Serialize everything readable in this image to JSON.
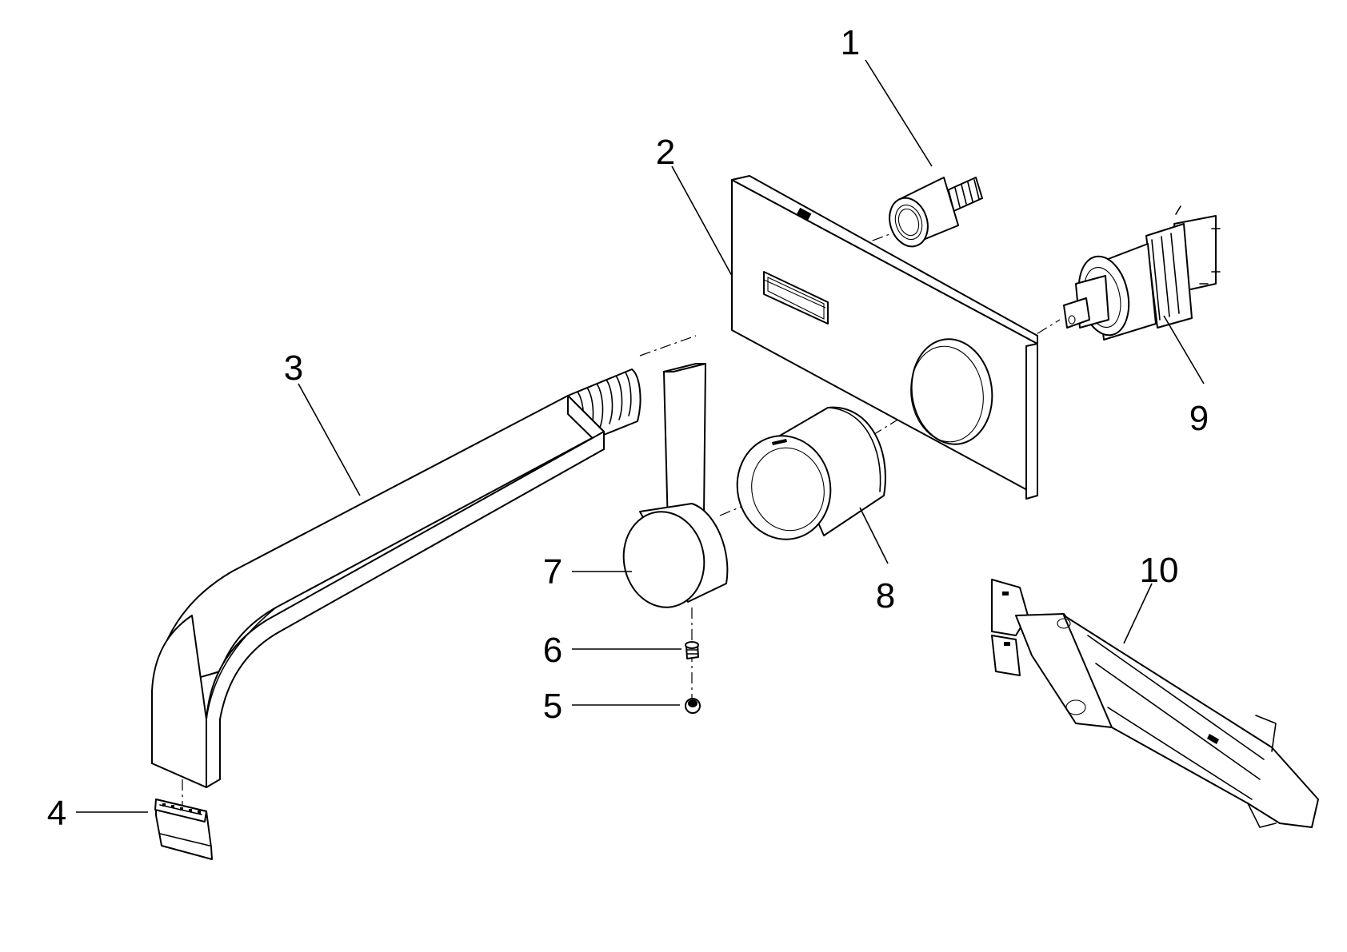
{
  "parts": [
    {
      "id": "part-1",
      "number": "1",
      "component": "adapter-fitting"
    },
    {
      "id": "part-2",
      "number": "2",
      "component": "cover-plate"
    },
    {
      "id": "part-3",
      "number": "3",
      "component": "spout"
    },
    {
      "id": "part-4",
      "number": "4",
      "component": "aerator"
    },
    {
      "id": "part-5",
      "number": "5",
      "component": "plug"
    },
    {
      "id": "part-6",
      "number": "6",
      "component": "grub-screw"
    },
    {
      "id": "part-7",
      "number": "7",
      "component": "lever-handle"
    },
    {
      "id": "part-8",
      "number": "8",
      "component": "rosette-sleeve"
    },
    {
      "id": "part-9",
      "number": "9",
      "component": "cartridge"
    },
    {
      "id": "part-10",
      "number": "10",
      "component": "mounting-tool"
    }
  ],
  "colors": {
    "line": "#000000",
    "background": "#ffffff"
  }
}
